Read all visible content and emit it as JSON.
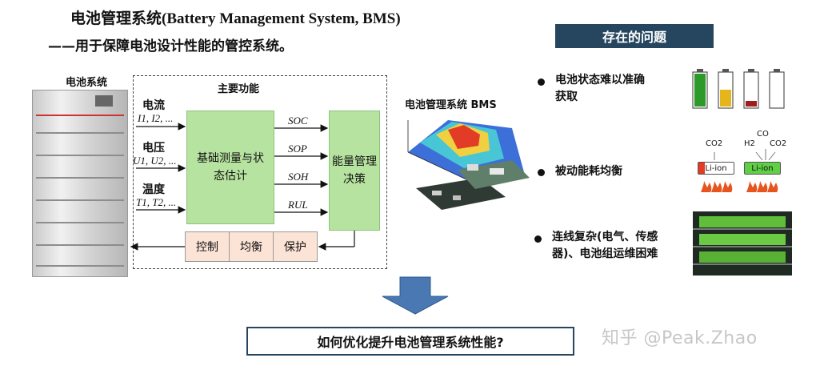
{
  "header": {
    "title_cn": "电池管理系统",
    "title_en": "(Battery Management System, BMS)",
    "subtitle": "——用于保障电池设计性能的管控系统。"
  },
  "battery": {
    "label": "电池系统"
  },
  "main": {
    "label": "主要功能",
    "inputs": [
      {
        "label": "电流",
        "sub": "I1, I2, ..."
      },
      {
        "label": "电压",
        "sub": "U1, U2, ..."
      },
      {
        "label": "温度",
        "sub": "T1, T2, ..."
      }
    ],
    "measure_box": "基础测量与状态估计",
    "metrics": [
      "SOC",
      "SOP",
      "SOH",
      "RUL"
    ],
    "decision_box": "能量管理决策",
    "controls": [
      "控制",
      "均衡",
      "保护"
    ]
  },
  "bms": {
    "label": "电池管理系统 BMS"
  },
  "problems": {
    "header": "存在的问题",
    "items": [
      {
        "line1": "电池状态难以准确",
        "line2": "获取"
      },
      {
        "line1": "被动能耗均衡",
        "line2": ""
      },
      {
        "line1": "连线复杂(电气、传感",
        "line2": "器)、电池组运维困难"
      }
    ],
    "chem_left": "CO2",
    "chem_right_top": "CO",
    "chem_right_h2": "H2",
    "chem_right_co2": "CO2",
    "liion_label": "Li-ion"
  },
  "bottom": {
    "question": "如何优化提升电池管理系统性能?",
    "watermark": "知乎 @Peak.Zhao"
  },
  "colors": {
    "green": "#b7e3a0",
    "control_fill": "#fbe3d6",
    "navy": "#26465f",
    "arrow_blue": "#4a78b3"
  }
}
